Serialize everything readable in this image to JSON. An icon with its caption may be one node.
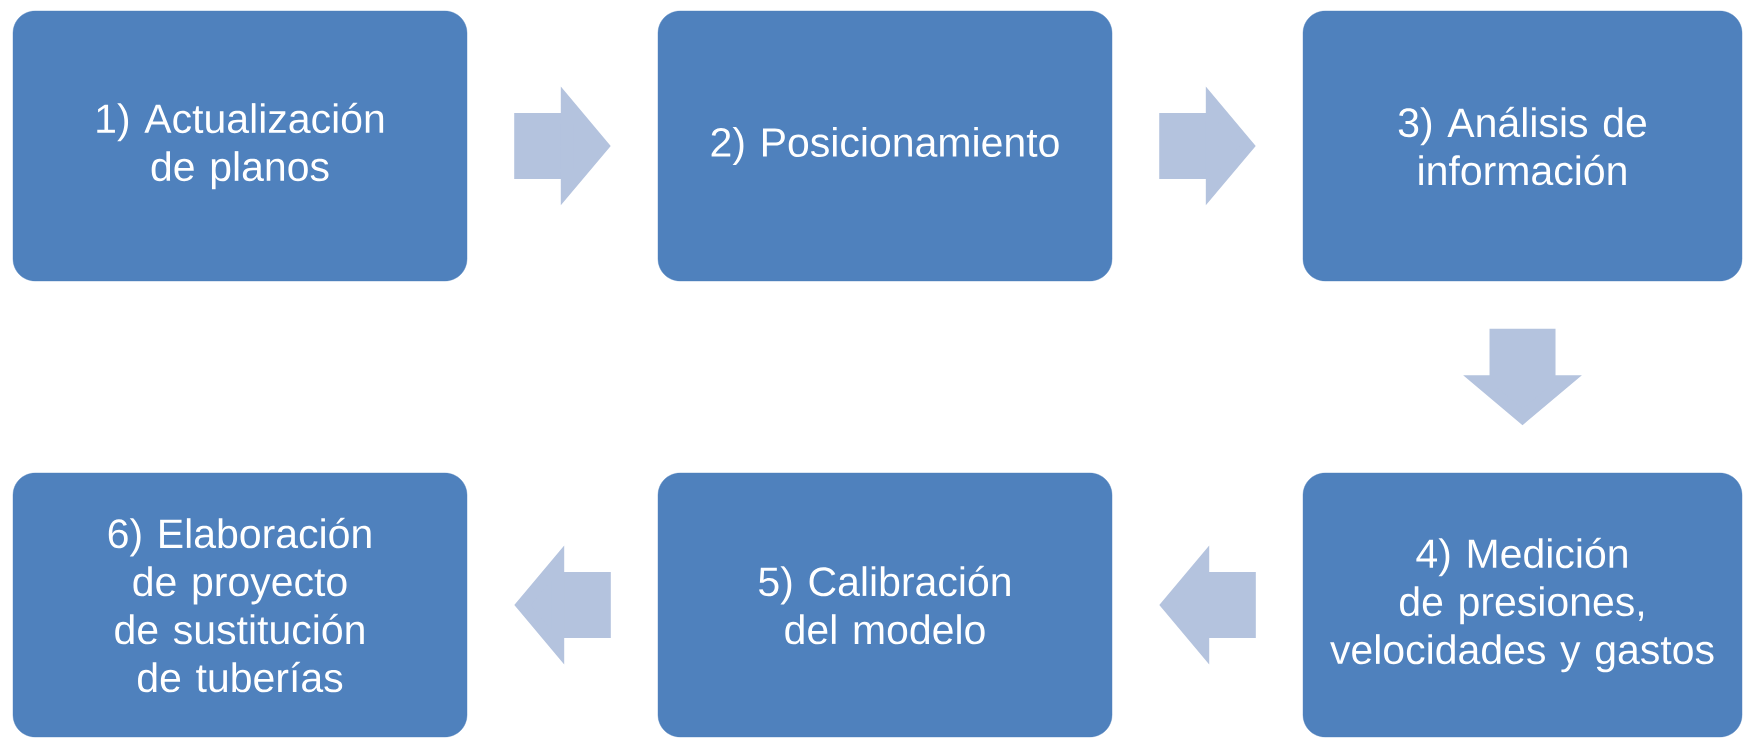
{
  "diagram": {
    "nodes": [
      {
        "text": [
          "1) Actualización de planos"
        ]
      },
      {
        "text": [
          "2) Posicionamiento"
        ]
      },
      {
        "text": [
          "3) Análisis de información"
        ]
      },
      {
        "text": [
          "4) Medición de presiones, velocidades y gastos"
        ]
      },
      {
        "text": [
          "5) Calibración del modelo"
        ]
      },
      {
        "text": [
          "6) Elaboración de proyecto de sustitución de tuberías"
        ]
      }
    ],
    "edges": [
      {
        "from": 0,
        "to": 1,
        "arrow": "to"
      },
      {
        "from": 1,
        "to": 2,
        "arrow": "to"
      },
      {
        "from": 2,
        "to": 3,
        "arrow": "to"
      },
      {
        "from": 3,
        "to": 4,
        "arrow": "to"
      },
      {
        "from": 4,
        "to": 5,
        "arrow": "to"
      }
    ]
  }
}
